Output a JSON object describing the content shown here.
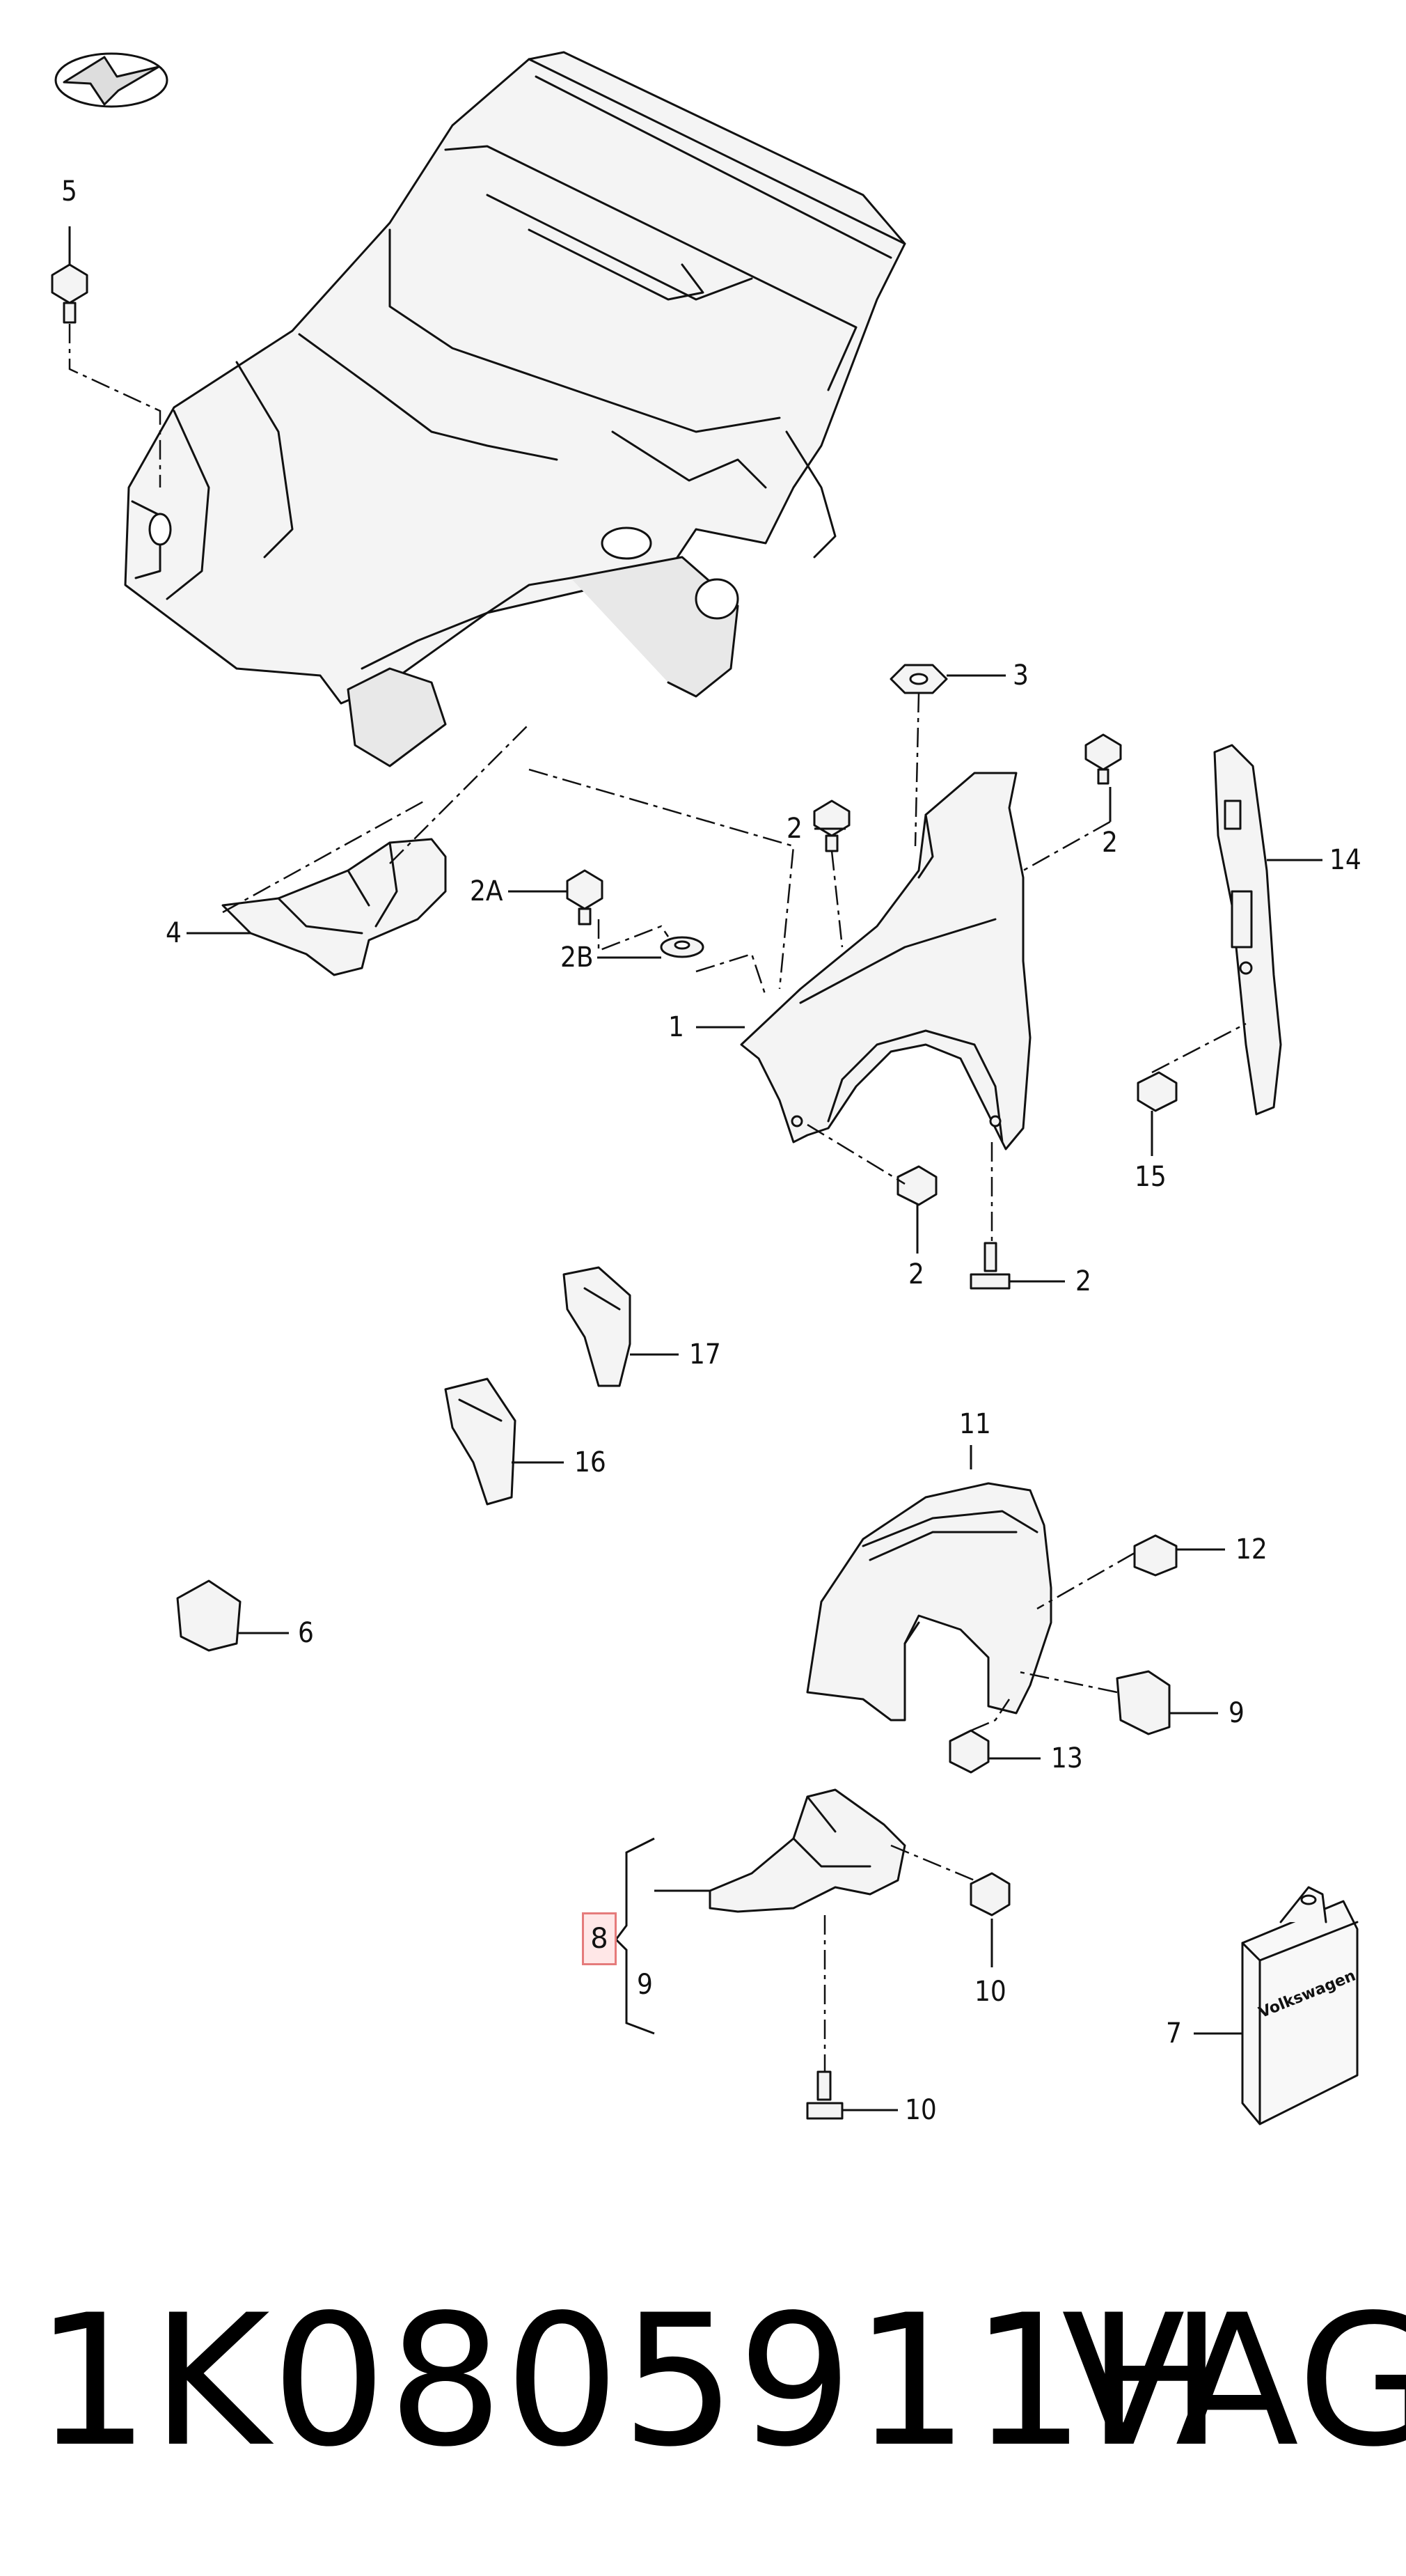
{
  "callouts": {
    "c5": "5",
    "c3": "3",
    "c2_a": "2",
    "c2_b": "2",
    "c2A": "2A",
    "c2B": "2B",
    "c14": "14",
    "c4": "4",
    "c1": "1",
    "c15": "15",
    "c2_c": "2",
    "c2_d": "2",
    "c17": "17",
    "c16": "16",
    "c11": "11",
    "c12": "12",
    "c6": "6",
    "c9_a": "9",
    "c13": "13",
    "c8": "8",
    "c9_b": "9",
    "c10_a": "10",
    "c7": "7",
    "c10_b": "10"
  },
  "package_label": "Volkswagen",
  "footer": {
    "part_number": "1K0805911H",
    "brand": "VAG"
  },
  "colors": {
    "line": "#111111",
    "part_fill": "#f4f4f4",
    "highlight_border": "#e57b7b"
  }
}
